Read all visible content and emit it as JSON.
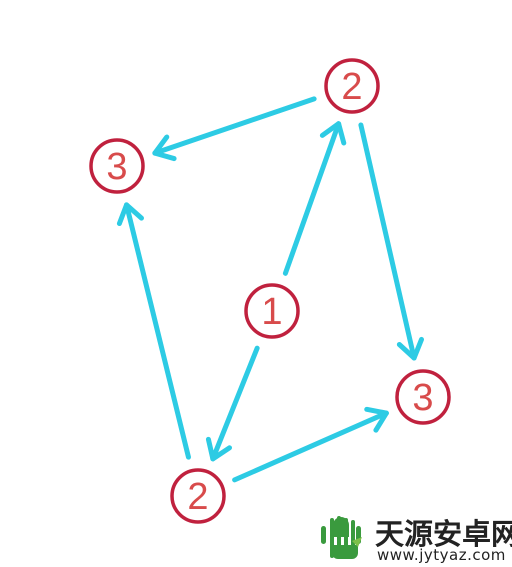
{
  "colors": {
    "arrow": "#2DCBE4",
    "node_stroke": "#C0213E",
    "node_text": "#D84B4B",
    "node_fill": "#FFFFFF",
    "watermark_text": "#222222",
    "watermark_icon": "#3A9A3E"
  },
  "nodes": [
    {
      "id": "center",
      "label": "1"
    },
    {
      "id": "top-right",
      "label": "2"
    },
    {
      "id": "bottom-left",
      "label": "2"
    },
    {
      "id": "top-left",
      "label": "3"
    },
    {
      "id": "bottom-right",
      "label": "3"
    }
  ],
  "edges": [
    {
      "from": "center",
      "to": "top-right"
    },
    {
      "from": "center",
      "to": "bottom-left"
    },
    {
      "from": "top-right",
      "to": "top-left"
    },
    {
      "from": "top-right",
      "to": "bottom-right"
    },
    {
      "from": "bottom-left",
      "to": "top-left"
    },
    {
      "from": "bottom-left",
      "to": "bottom-right"
    }
  ],
  "watermark": {
    "title": "天源安卓网",
    "url": "www.jytyaz.com",
    "icon": "android-robot-icon"
  }
}
